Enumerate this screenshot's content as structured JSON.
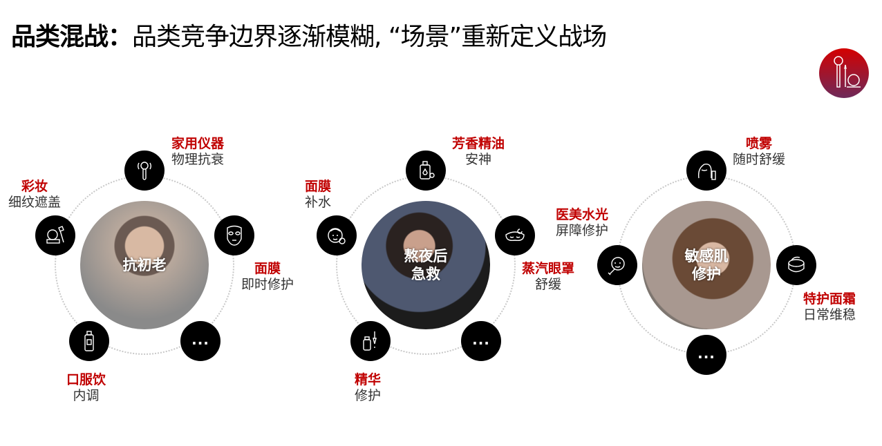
{
  "title": {
    "bold": "品类混战：",
    "rest": "品类竞争边界逐渐模糊, “场景”重新定义战场"
  },
  "logo_icon": "makeup-brush-icon",
  "clusters": [
    {
      "center": "抗初老",
      "items": [
        {
          "head": "家用仪器",
          "sub": "物理抗衰",
          "icon": "beauty-device-icon"
        },
        {
          "head": "面膜",
          "sub": "即时修护",
          "icon": "face-mask-icon"
        },
        {
          "head": "",
          "sub": "",
          "icon": "more-icon",
          "more": "..."
        },
        {
          "head": "口服饮",
          "sub": "内调",
          "icon": "oral-drink-bottle-icon"
        },
        {
          "head": "彩妆",
          "sub": "细纹遮盖",
          "icon": "makeup-compact-icon"
        }
      ]
    },
    {
      "center": "熬夜后\n急救",
      "center1": "熬夜后",
      "center2": "急救",
      "items": [
        {
          "head": "芳香精油",
          "sub": "安神",
          "icon": "essential-oil-icon"
        },
        {
          "head": "蒸汽眼罩",
          "sub": "舒缓",
          "icon": "eye-mask-icon"
        },
        {
          "head": "",
          "sub": "",
          "icon": "more-icon",
          "more": "..."
        },
        {
          "head": "精华",
          "sub": "修护",
          "icon": "serum-dropper-icon"
        },
        {
          "head": "面膜",
          "sub": "补水",
          "icon": "mask-face-icon"
        }
      ]
    },
    {
      "center1": "敏感肌",
      "center2": "修护",
      "items": [
        {
          "head": "喷雾",
          "sub": "随时舒缓",
          "icon": "face-spray-icon"
        },
        {
          "head": "特护面霜",
          "sub": "日常维稳",
          "icon": "cream-jar-icon"
        },
        {
          "head": "",
          "sub": "",
          "icon": "more-icon",
          "more": "..."
        },
        {
          "head": "医美水光",
          "sub": "屏障修护",
          "icon": "medical-aesthetic-icon"
        }
      ]
    }
  ]
}
